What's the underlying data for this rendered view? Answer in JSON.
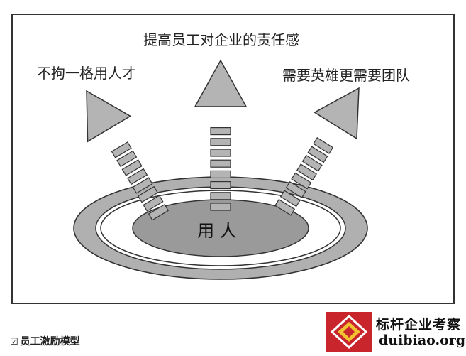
{
  "diagram": {
    "labels": {
      "top": "提高员工对企业的责任感",
      "left": "不拘一格用人才",
      "right": "需要英雄更需要团队",
      "center": "用 人"
    }
  },
  "caption": {
    "checkbox_glyph": "☑",
    "text": "员工激励模型"
  },
  "watermark": {
    "name": "标杆企业考察",
    "domain": "duibiao.org"
  },
  "colors": {
    "frame": "#333333",
    "arrow_fill": "#b4b4b4",
    "ring_outer": "#b0b0b0",
    "core": "#9a9a9a",
    "logo_red": "#c8262c"
  }
}
